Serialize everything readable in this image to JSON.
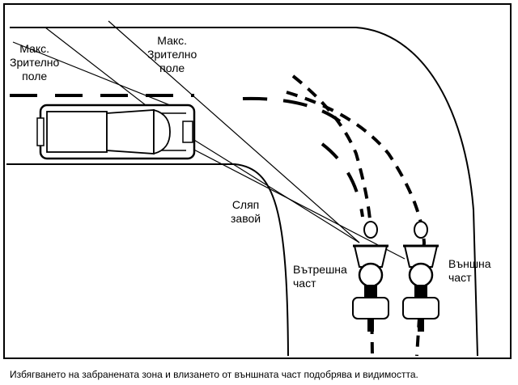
{
  "labels": {
    "max_field_left": [
      "Макс.",
      "Зрително",
      "поле"
    ],
    "max_field_right": [
      "Макс.",
      "Зрително",
      "поле"
    ],
    "blind_curve": [
      "Сляп",
      "завой"
    ],
    "inner_part": [
      "Вътрешна",
      "част"
    ],
    "outer_part": [
      "Външна",
      "част"
    ]
  },
  "caption": "Избягването на забранената зона и влизането от външната част подобрява и видимостта.",
  "colors": {
    "ink": "#000000",
    "paper": "#ffffff",
    "road_fill": "#ffffff"
  },
  "icons": [
    "car-icon",
    "motorcycle-inner-icon",
    "motorcycle-outer-icon"
  ]
}
